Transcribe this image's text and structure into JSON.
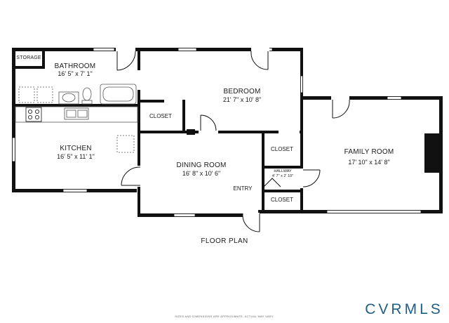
{
  "plan": {
    "title": "FLOOR PLAN",
    "disclaimer": "SIZES AND DIMENSIONS ARE APPROXIMATE, ACTUAL MAY VARY.",
    "brand": "CVRMLS"
  },
  "rooms": {
    "storage": {
      "name": "STORAGE"
    },
    "bathroom": {
      "name": "BATHROOM",
      "dims": "16' 5\" x 7' 1\""
    },
    "kitchen": {
      "name": "KITCHEN",
      "dims": "16' 5\" x 11' 1\""
    },
    "bedroom": {
      "name": "BEDROOM",
      "dims": "21' 7\" x 10' 8\""
    },
    "closet_bedroom": {
      "name": "CLOSET"
    },
    "dining": {
      "name": "DINING ROOM",
      "dims": "16' 8\" x 10' 6\""
    },
    "entry": {
      "name": "ENTRY"
    },
    "closet_upper": {
      "name": "CLOSET"
    },
    "hallway": {
      "name": "HALLWAY",
      "dims": "4' 7\" x 2' 10\""
    },
    "closet_lower": {
      "name": "CLOSET"
    },
    "family": {
      "name": "FAMILY ROOM",
      "dims": "17' 10\" x 14' 8\""
    }
  },
  "colors": {
    "wall": "#111111",
    "brand": "#1f5f86",
    "fixture": "#555555"
  }
}
